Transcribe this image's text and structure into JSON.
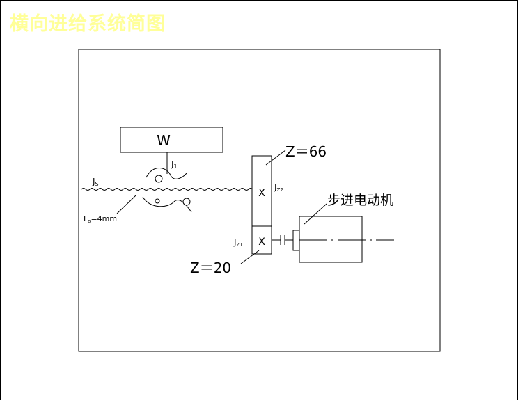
{
  "slide": {
    "title": "横向进给系统简图",
    "title_color": "#ffff99"
  },
  "diagram": {
    "table_label": "W",
    "j1_label": "J",
    "j1_sub": "1",
    "js_label": "J",
    "js_sub": "S",
    "lead_label": "L",
    "lead_sub": "o",
    "lead_value": "=4mm",
    "jz2_label": "J",
    "jz2_sub": "Z2",
    "jz1_label": "J",
    "jz1_sub": "Z1",
    "gear_big": "Z＝66",
    "gear_small": "Z＝20",
    "motor_label": "步进电动机",
    "gear_mark": "X"
  }
}
